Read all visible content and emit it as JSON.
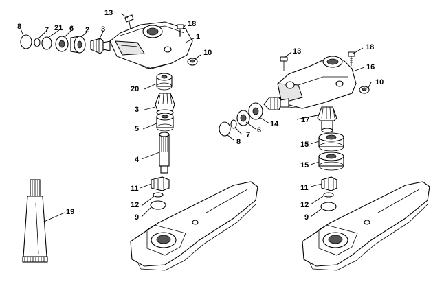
{
  "callouts_left": {
    "c8": "8",
    "c7": "7",
    "c21": "21",
    "c6": "6",
    "c2": "2",
    "c3": "3",
    "c13": "13",
    "c18": "18",
    "c1": "1",
    "c10": "10",
    "c20": "20",
    "c3b": "3",
    "c5": "5",
    "c4": "4",
    "c11": "11",
    "c12": "12",
    "c9": "9"
  },
  "callouts_right": {
    "c13": "13",
    "c18": "18",
    "c16": "16",
    "c10": "10",
    "c17": "17",
    "c14": "14",
    "c6": "6",
    "c7": "7",
    "c8": "8",
    "c15a": "15",
    "c15b": "15",
    "c11": "11",
    "c12": "12",
    "c9": "9"
  },
  "tube": {
    "c19": "19"
  }
}
